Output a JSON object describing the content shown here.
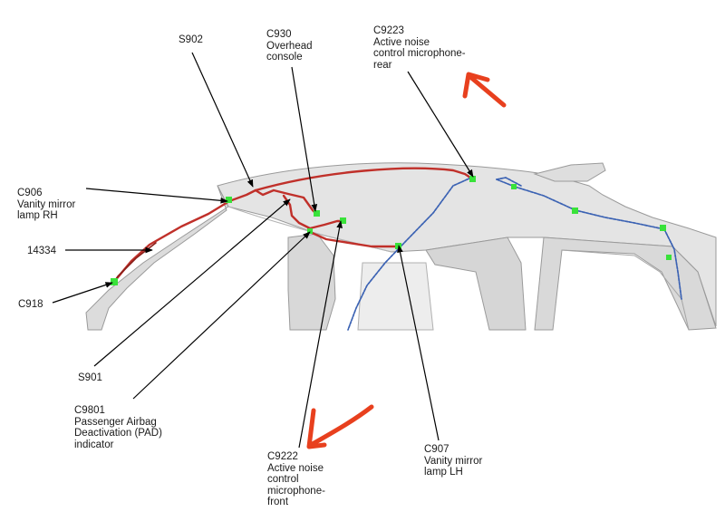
{
  "callouts": [
    {
      "id": "s902",
      "lines": [
        "S902"
      ]
    },
    {
      "id": "c930",
      "lines": [
        "C930",
        "Overhead",
        "console"
      ]
    },
    {
      "id": "c9223",
      "lines": [
        "C9223",
        "Active noise",
        "control microphone-",
        "rear"
      ]
    },
    {
      "id": "c906",
      "lines": [
        "C906",
        "Vanity mirror",
        "lamp RH"
      ]
    },
    {
      "id": "p14334",
      "lines": [
        "14334"
      ]
    },
    {
      "id": "c918",
      "lines": [
        "C918"
      ]
    },
    {
      "id": "s901",
      "lines": [
        "S901"
      ]
    },
    {
      "id": "c9801",
      "lines": [
        "C9801",
        "Passenger Airbag",
        "Deactivation (PAD)",
        "indicator"
      ]
    },
    {
      "id": "c9222",
      "lines": [
        "C9222",
        "Active noise",
        "control",
        "microphone-",
        "front"
      ]
    },
    {
      "id": "c907",
      "lines": [
        "C907",
        "Vanity mirror",
        "lamp LH"
      ]
    }
  ],
  "colors": {
    "harness_red": "#c0302a",
    "harness_blue": "#3b62b3",
    "connector_green": "#39e23a",
    "annotation_arrow": "#e8401e",
    "body_fill": "#e6e6e6",
    "body_edge": "#9a9a9a",
    "leader": "#000000"
  }
}
